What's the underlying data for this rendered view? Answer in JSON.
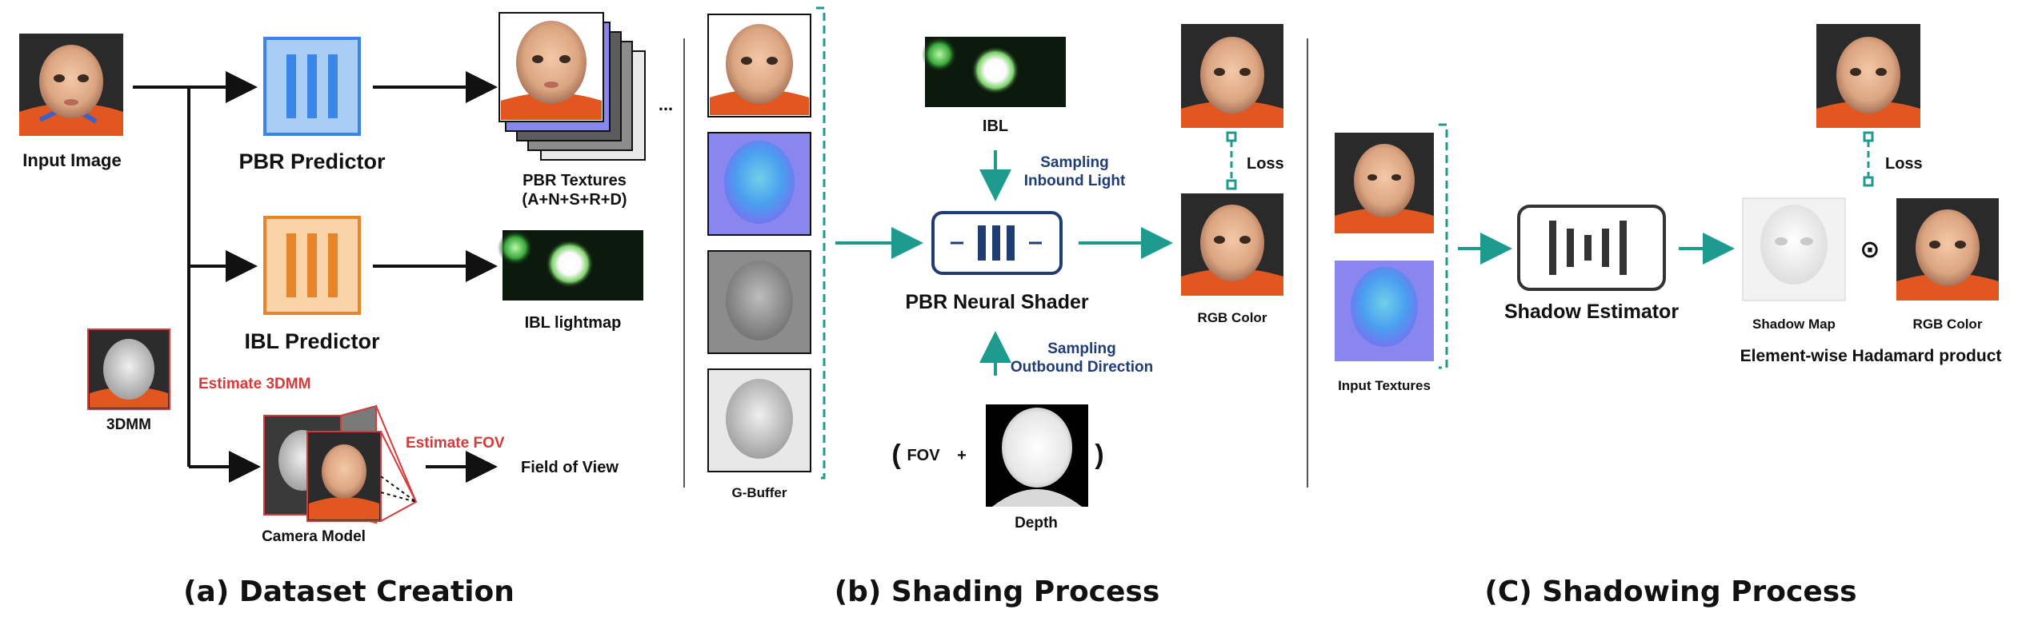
{
  "panel_a": {
    "input_image_label": "Input Image",
    "pbr_predictor_label": "PBR Predictor",
    "pbr_textures_label": "PBR Textures",
    "pbr_textures_sub": "(A+N+S+R+D)",
    "ellipsis": "...",
    "ibl_predictor_label": "IBL Predictor",
    "ibl_lightmap_label": "IBL lightmap",
    "tdmm_label": "3DMM",
    "estimate_3dmm": "Estimate 3DMM",
    "estimate_fov": "Estimate FOV",
    "camera_model_label": "Camera Model",
    "field_of_view_label": "Field of View",
    "caption": "(a) Dataset Creation"
  },
  "panel_b": {
    "gbuffer_label": "G-Buffer",
    "ibl_label": "IBL",
    "sampling_inbound_1": "Sampling",
    "sampling_inbound_2": "Inbound Light",
    "shader_label": "PBR Neural Shader",
    "sampling_outbound_1": "Sampling",
    "sampling_outbound_2": "Outbound Direction",
    "paren_open": "(",
    "fov": "FOV",
    "plus": "+",
    "paren_close": ")",
    "depth_label": "Depth",
    "loss_label": "Loss",
    "rgb_color_label": "RGB Color",
    "caption": "(b) Shading Process"
  },
  "panel_c": {
    "input_textures_label": "Input Textures",
    "shadow_estimator_label": "Shadow Estimator",
    "shadow_map_label": "Shadow Map",
    "hadamard_symbol": "⊙",
    "rgb_color_label": "RGB Color",
    "loss_label": "Loss",
    "hadamard_label": "Element-wise Hadamard product",
    "caption": "(C) Shadowing Process"
  },
  "colors": {
    "pbr_blue": "#3a86e8",
    "pbr_blue_fill": "#a9cdf5",
    "ibl_orange": "#e8852a",
    "ibl_orange_fill": "#fbd3a8",
    "teal": "#1f9a8f",
    "navy": "#1f3d73",
    "red": "#d63a3a"
  }
}
